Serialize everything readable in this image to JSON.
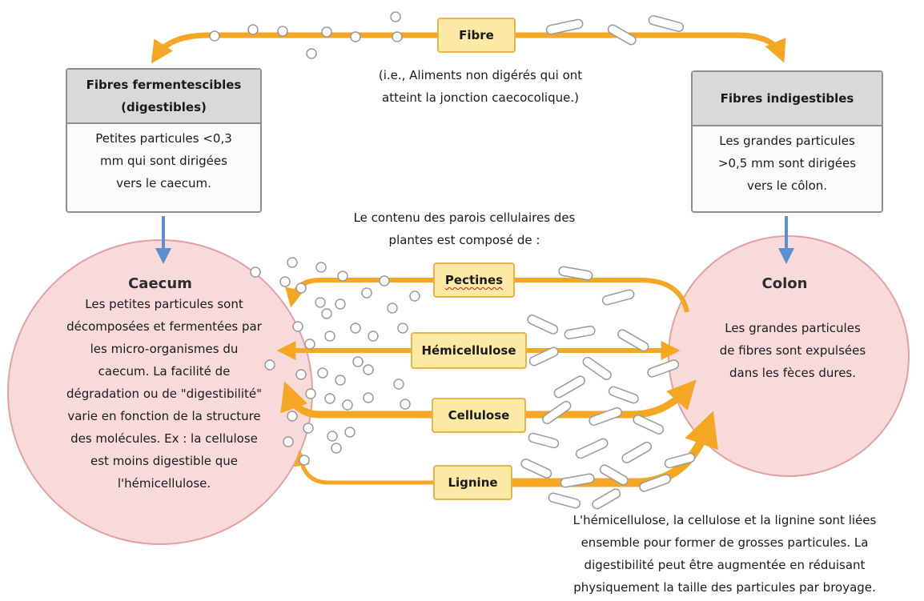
{
  "fibre": {
    "label": "Fibre",
    "note_line1": "(i.e., Aliments non digérés qui ont",
    "note_line2": "atteint la jonction caecocolique.)"
  },
  "left_box": {
    "title_line1": "Fibres fermentescibles",
    "title_line2": "(digestibles)",
    "body_line1": "Petites particules <0,3",
    "body_line2": "mm qui sont dirigées",
    "body_line3": "vers le caecum."
  },
  "right_box": {
    "title": "Fibres indigestibles",
    "body_line1": "Les grandes particules",
    "body_line2": ">0,5 mm sont dirigées",
    "body_line3": "vers le côlon."
  },
  "center_intro": {
    "line1": "Le contenu des parois cellulaires des",
    "line2": "plantes est composé de :"
  },
  "components": {
    "pectines": "Pectines",
    "hemicellulose": "Hémicellulose",
    "cellulose": "Cellulose",
    "lignine": "Lignine"
  },
  "caecum": {
    "title": "Caecum",
    "lines": [
      "Les petites particules sont",
      "décomposées et fermentées par",
      "les micro-organismes du",
      "caecum. La facilité de",
      "dégradation ou de \"digestibilité\"",
      "varie en fonction de la structure",
      "des molécules. Ex : la cellulose",
      "est moins digestible que",
      "l'hémicellulose."
    ]
  },
  "colon": {
    "title": "Colon",
    "line1": "Les grandes particules",
    "line2": "de fibres sont expulsées",
    "line3": "dans les fèces dures."
  },
  "footer": {
    "line1": "L'hémicellulose, la cellulose et la lignine sont liées",
    "line2": "ensemble pour former de grosses particules. La",
    "line3": "digestibilité peut être augmentée en réduisant",
    "line4": "physiquement la taille des particules par broyage."
  },
  "colors": {
    "arrow_orange": "#f5a623",
    "arrow_blue": "#5b8fd0",
    "circle_fill": "#f9dada",
    "circle_stroke": "#e3a0a0",
    "label_fill": "#fce9a5",
    "label_stroke": "#e6b54a"
  }
}
